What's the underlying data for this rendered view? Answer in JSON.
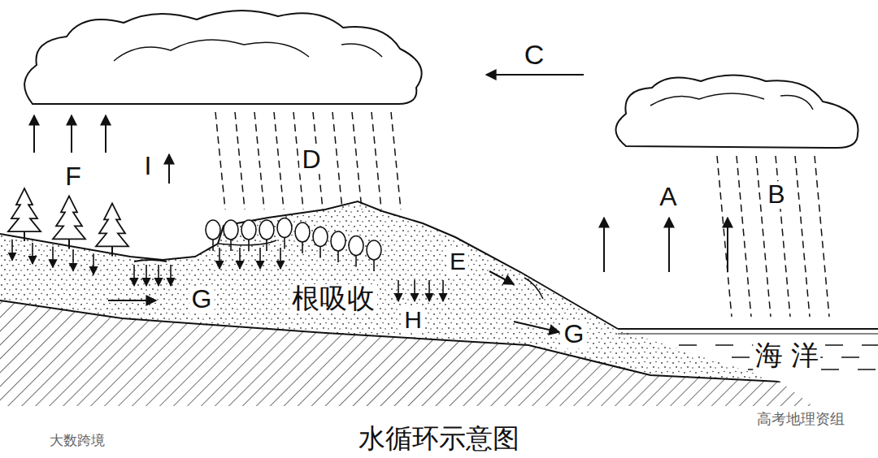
{
  "diagram": {
    "caption": "水循环示意图",
    "labels": [
      "C",
      "A",
      "B",
      "D",
      "F",
      "I",
      "E",
      "G",
      "根吸收",
      "H",
      "G",
      "海 洋",
      "大数跨境",
      "高考地理资组"
    ]
  }
}
